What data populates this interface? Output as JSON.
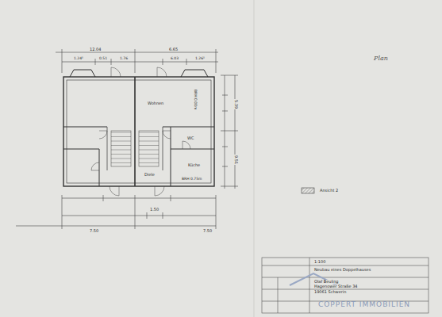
{
  "diagram": {
    "labels": [
      "12.04",
      "6.65",
      "1.24⁵",
      "0.51",
      "1.76",
      "6.03",
      "1.26⁵",
      "Wohnen",
      "BRH 0.00m",
      "WC",
      "Küche",
      "Diele",
      "BRH 0.75m",
      "1.50",
      "7.50",
      "7.50",
      "5.39",
      "9.51",
      "1:100",
      "Neubau eines Doppelhauses",
      "Olaf Beuling",
      "Hagenower Straße 34",
      "19061 Schwerin",
      "COPPERT IMMOBILIEN",
      "Plan"
    ],
    "legend": [
      {
        "text": "Ansicht 2"
      }
    ]
  }
}
